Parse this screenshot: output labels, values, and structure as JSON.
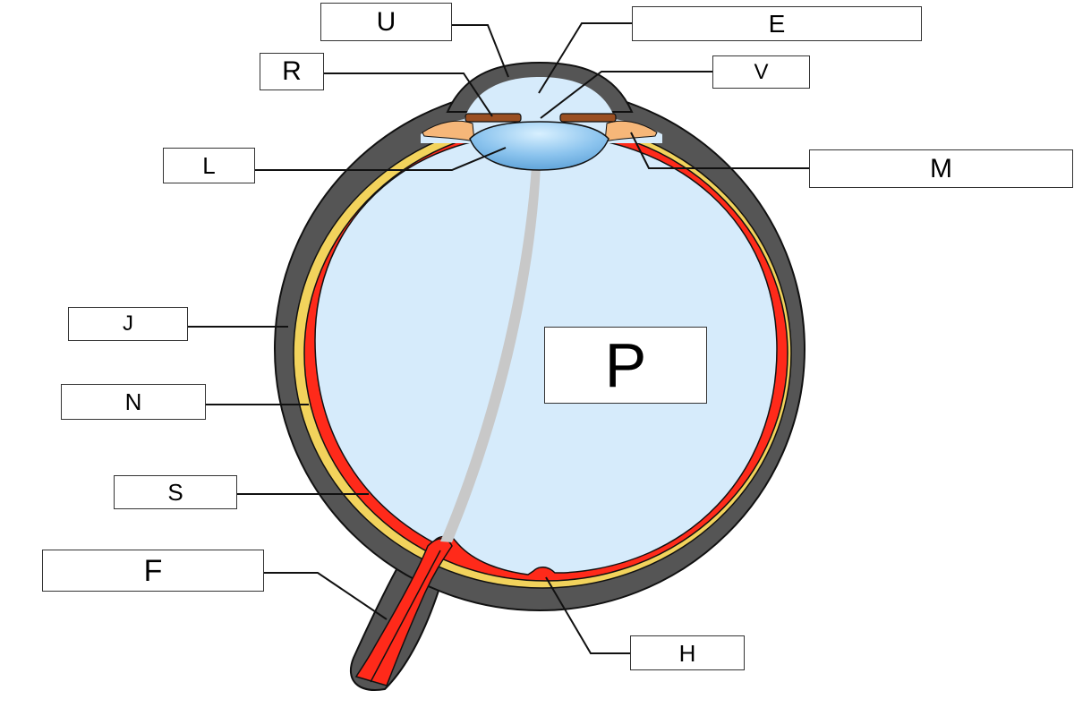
{
  "labels": {
    "u": "U",
    "e": "E",
    "r": "R",
    "v": "V",
    "l": "L",
    "m": "M",
    "j": "J",
    "n": "N",
    "p": "P",
    "s": "S",
    "f": "F",
    "h": "H"
  },
  "colors": {
    "sclera": "#555555",
    "choroid": "#f2d35c",
    "retina": "#ff2a1a",
    "vitreous": "#d6ebfb",
    "lens": "#8cc4ee",
    "iris": "#9a4f22",
    "ciliary": "#f6b779",
    "hyaloid_canal": "#c8c8c8",
    "outline": "#111111"
  }
}
